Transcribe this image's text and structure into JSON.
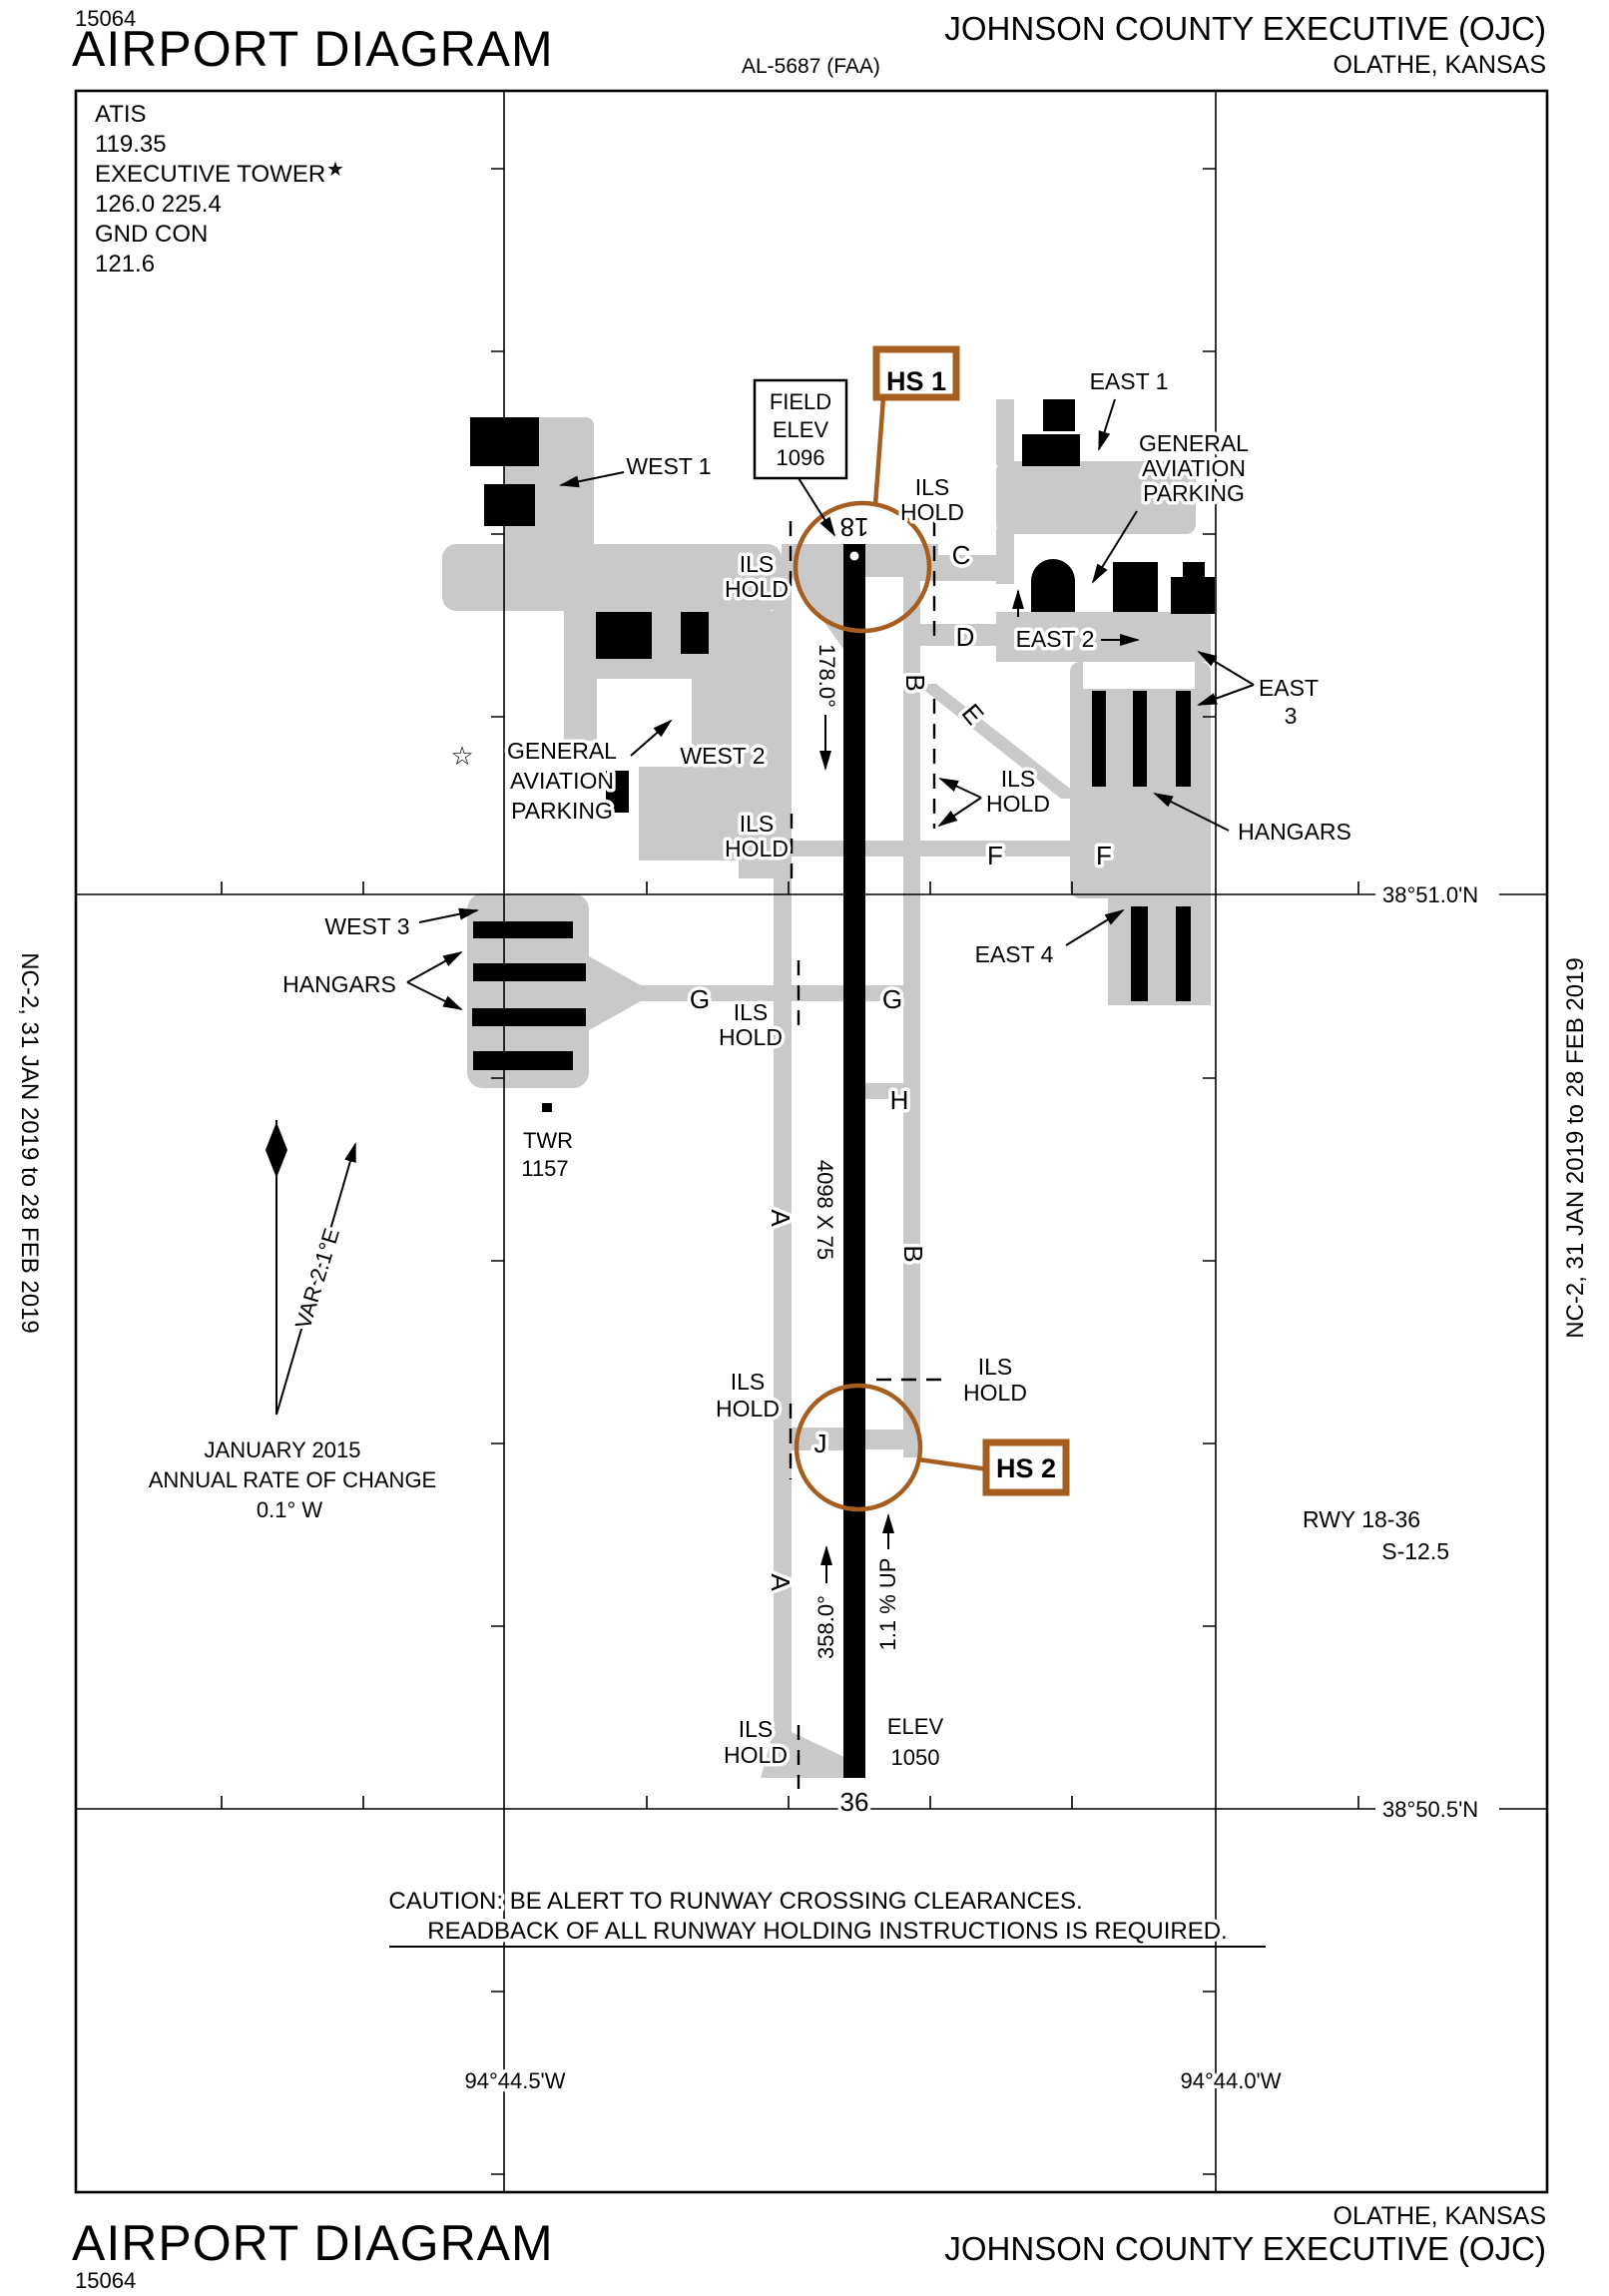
{
  "header": {
    "chart_number": "15064",
    "title": "AIRPORT DIAGRAM",
    "procedure_id": "AL-5687 (FAA)",
    "airport": "JOHNSON COUNTY EXECUTIVE (OJC)",
    "city": "OLATHE, KANSAS"
  },
  "footer": {
    "chart_number": "15064",
    "title": "AIRPORT DIAGRAM",
    "airport": "JOHNSON COUNTY EXECUTIVE (OJC)",
    "city": "OLATHE, KANSAS"
  },
  "margin": {
    "edition": "NC-2,  31 JAN 2019  to  28 FEB 2019"
  },
  "comms": {
    "atis": "ATIS",
    "atis_freq": "119.35",
    "tower": "EXECUTIVE TOWER",
    "star": "★",
    "tower_freq": "126.0  225.4",
    "gnd": "GND CON",
    "gnd_freq": "121.6"
  },
  "graticule": {
    "lat_n": "38°51.0'N",
    "lat_s": "38°50.5'N",
    "lon_w": "94°44.5'W",
    "lon_e": "94°44.0'W"
  },
  "runway": {
    "num_18": "18",
    "num_36": "36",
    "dim": "4098 X 75",
    "hdg_s": "178.0°",
    "hdg_n": "358.0°",
    "slope": "1.1 % UP",
    "data_label": "RWY  18-36",
    "data_value": "S-12.5",
    "elev_label": "ELEV",
    "elev_value": "1050"
  },
  "field_elev": {
    "l1": "FIELD",
    "l2": "ELEV",
    "l3": "1096"
  },
  "tower_site": {
    "label": "TWR",
    "elev": "1157"
  },
  "hotspots": {
    "hs1": "HS 1",
    "hs2": "HS 2"
  },
  "taxiways": {
    "a": "A",
    "b": "B",
    "c": "C",
    "d": "D",
    "e": "E",
    "f": "F",
    "g": "G",
    "h": "H",
    "j": "J"
  },
  "labels": {
    "west1": "WEST 1",
    "west2": "WEST 2",
    "west3": "WEST 3",
    "east1": "EAST 1",
    "east2": "EAST 2",
    "east3a": "EAST",
    "east3b": "3",
    "east4": "EAST 4",
    "hangars": "HANGARS",
    "ga1": "GENERAL",
    "ga2": "AVIATION",
    "ga3": "PARKING",
    "ils": "ILS",
    "hold": "HOLD",
    "map_star": "☆"
  },
  "notes": {
    "caution": "CAUTION: BE ALERT TO RUNWAY CROSSING CLEARANCES.",
    "readback": "READBACK OF ALL RUNWAY HOLDING INSTRUCTIONS IS REQUIRED.",
    "variation": "VAR 2.1°E",
    "jan": "JANUARY 2015",
    "rate": "ANNUAL RATE OF CHANGE",
    "rate_value": "0.1° W"
  },
  "colors": {
    "hotspot": "#a55e1f",
    "pavement": "#c9c9c9",
    "ink": "#000000"
  }
}
